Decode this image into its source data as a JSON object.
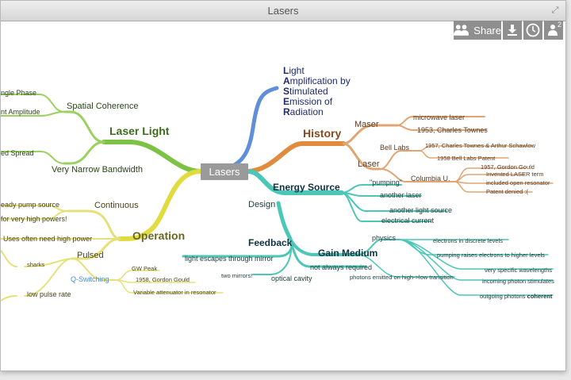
{
  "window": {
    "title": "Lasers"
  },
  "toolbar": {
    "share_label": "Share",
    "collaborators_count": "2"
  },
  "colors": {
    "laser_light": "#7cc244",
    "operation": "#e0db3f",
    "history": "#e08b3e",
    "energy": "#4cc6b6",
    "light": "#5f8fd8",
    "root": "#9a9a9a"
  },
  "map": {
    "root": "Lasers",
    "acronym": [
      "L",
      "ight",
      "A",
      "mplification by",
      "S",
      "timulated",
      "E",
      "mission of",
      "R",
      "adiation"
    ],
    "laser_light": {
      "label": "Laser Light",
      "spatial_coherence": "Spatial Coherence",
      "single_phase": "ngle Phase",
      "constant_amplitude": "nt Amplitude",
      "narrow_bandwidth": "Very Narrow Bandwidth",
      "speed_spread": "ed Spread"
    },
    "operation": {
      "label": "Operation",
      "continuous": "Continuous",
      "steady_pump": "eady pump source",
      "very_high_powers": "for very high powers!",
      "uses_high_power": "Uses often need high power",
      "pulsed": "Pulsed",
      "sharks": "sharks",
      "q_switching": "Q-Switching",
      "gw_peak": "GW Peak",
      "gould": "1958, Gordon Gould",
      "variable_attenuator": "Variable attenuator in resonator",
      "low_pulse_rate": "low pulse rate"
    },
    "history": {
      "label": "History",
      "maser": "Maser",
      "microwave_laser": "microwave laser",
      "townes_1953": "1953, Charles Townes",
      "bell_labs": "Bell Labs",
      "townes_schawlow": "1957, Charles Townes & Arthur Schawlow",
      "patent_1958": "1958 Bell Labs Patent",
      "laser": "Laser",
      "columbia": "Columbia U.",
      "gould_1957": "1957, Gordon Gould",
      "invented_term": "Invented LASER term",
      "open_resonator": "included open resonator",
      "patent_denied": "Patent denied :("
    },
    "design": {
      "label": "Design",
      "energy_source": "Energy Source",
      "pumping": "\"pumping\"",
      "another_laser": "another laser",
      "another_light": "another light source",
      "electrical": "electrical current",
      "feedback": "Feedback",
      "light_escapes": "light escapes through mirror",
      "two_mirrors": "two mirrors!",
      "optical_cavity": "optical cavity",
      "not_always": "not always required",
      "gain_medium": "Gain Medium",
      "physics": "physics",
      "discrete_levels": "electrons in discrete levels",
      "pumping_raises": "pumping raises electrons to higher levels",
      "photons_emitted": "photons emitted on high->low transition",
      "very_specific": "very specific wavelengths",
      "incoming_photon": "incoming photon stimulates",
      "outgoing_photons": "outgoing photons",
      "coherent": "coherent"
    }
  }
}
